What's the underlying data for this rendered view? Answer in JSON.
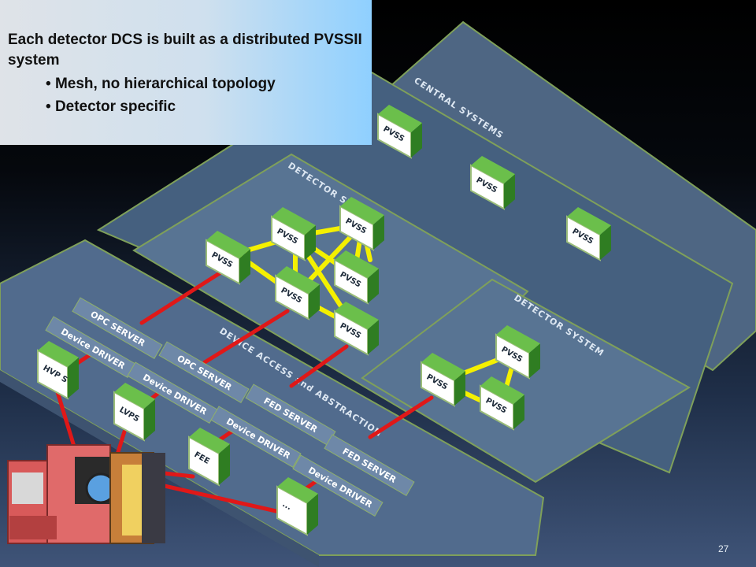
{
  "info": {
    "title": "Each detector DCS is built as a distributed PVSSII system",
    "bullets": [
      "Mesh, no hierarchical topology",
      "Detector specific"
    ]
  },
  "planes": {
    "central": "CENTRAL SYSTEMS",
    "detector_1": "DETECTOR SYSTEM",
    "detector_2": "DETECTOR SYSTEM",
    "device_access": "DEVICE ACCESS and ABSTRACTION"
  },
  "pvss_label": "PVSS",
  "layers": {
    "opc_server": "OPC SERVER",
    "device_driver": "Device DRIVER",
    "fed_server": "FED SERVER"
  },
  "hardware": [
    "HVP S",
    "LVPS",
    "FEE",
    "..."
  ],
  "page_number": "27",
  "colors": {
    "link": "#f4f000",
    "connection": "#e01818",
    "plane": "#4f6a8a",
    "box_front": "#ffffff",
    "box_side": "#2f7d22",
    "box_top": "#6bbf4b"
  }
}
